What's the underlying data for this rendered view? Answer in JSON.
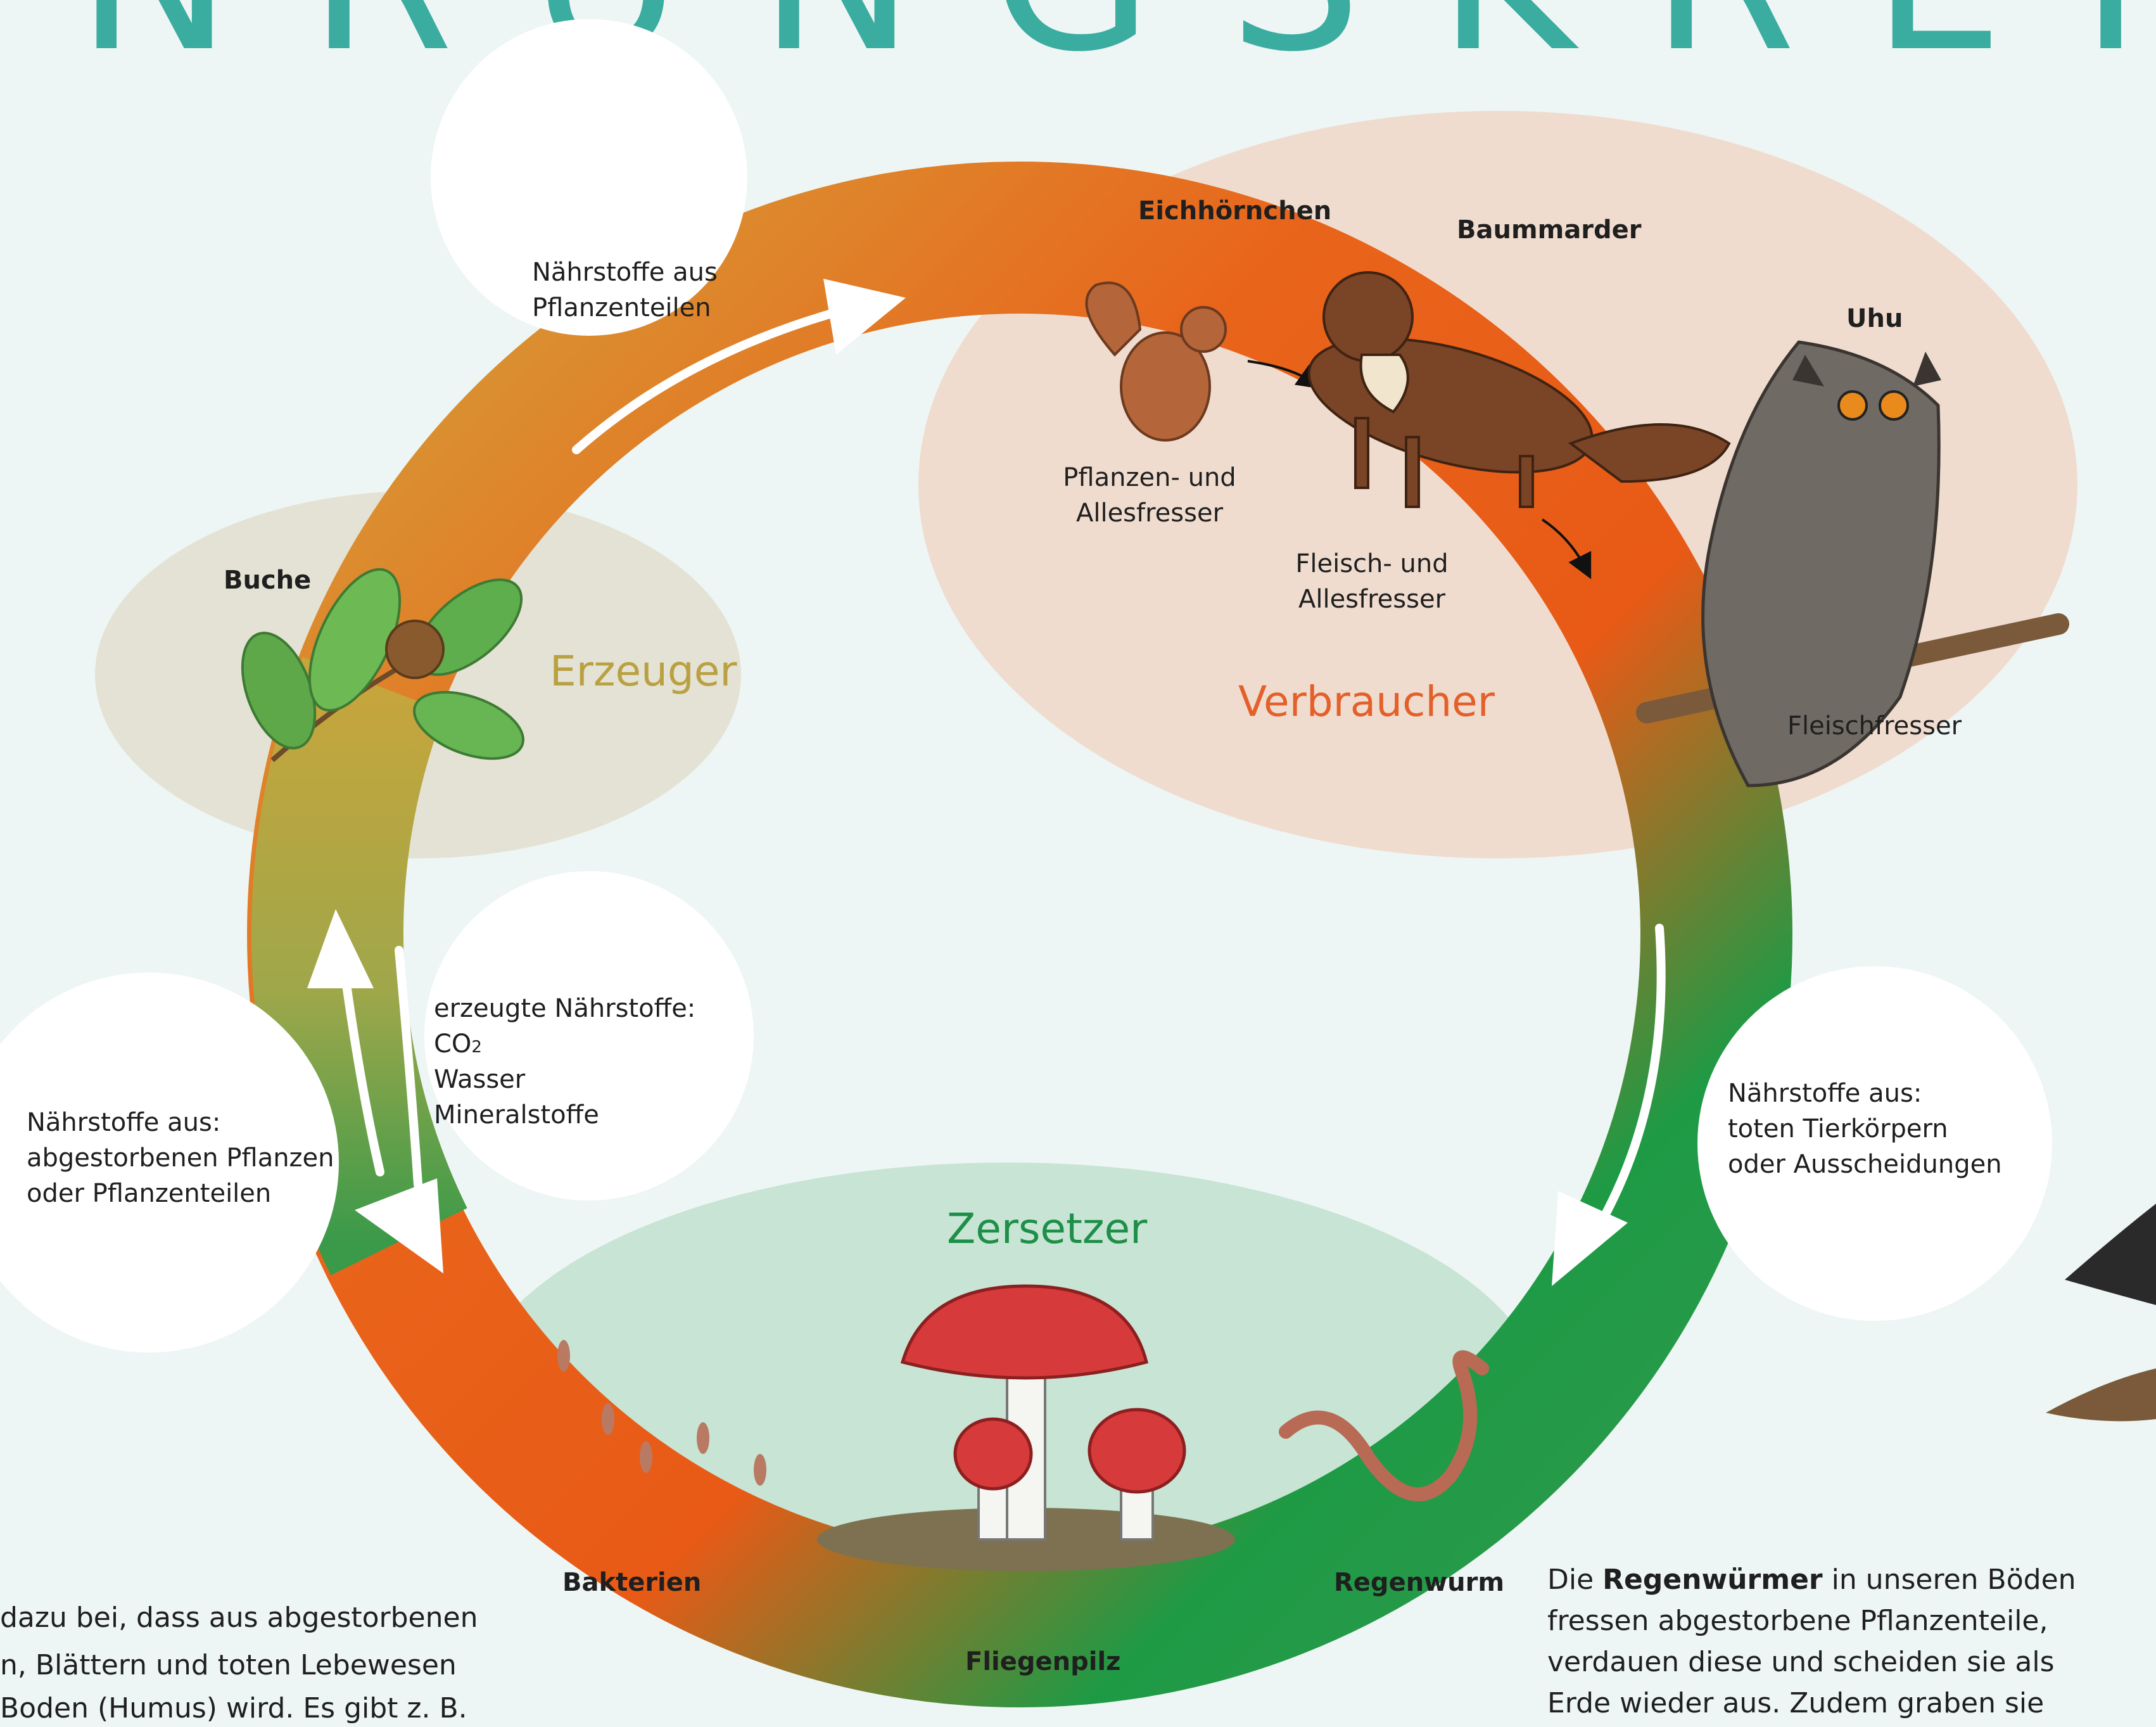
{
  "title": "NRUNGSKREI",
  "cycle": {
    "erzeuger": {
      "heading": "Erzeuger",
      "color": "#b8a23f",
      "beech": "Buche"
    },
    "verbraucher": {
      "heading": "Verbraucher",
      "color": "#e85d1a",
      "squirrel": "Eichhörnchen",
      "marten": "Baummarder",
      "owl": "Uhu",
      "squirrel_role_1": "Pflanzen- und",
      "squirrel_role_2": "Allesfresser",
      "marten_role_1": "Fleisch- und",
      "marten_role_2": "Allesfresser",
      "owl_role": "Fleischfresser"
    },
    "zersetzer": {
      "heading": "Zersetzer",
      "color": "#1f9a4a",
      "bacteria": "Bakterien",
      "mushroom": "Fliegenpilz",
      "worm": "Regenwurm"
    }
  },
  "bubbles": {
    "plants_1": "Nährstoffe aus",
    "plants_2": "Pflanzenteilen",
    "produced_1": "erzeugte Nährstoffe:",
    "produced_co2": "CO",
    "produced_co2_sub": "2",
    "produced_3": "Wasser",
    "produced_4": "Mineralstoffe",
    "dead_plants_1": "Nährstoffe aus:",
    "dead_plants_2": "abgestorbenen Pflanzen",
    "dead_plants_3": "oder Pflanzenteilen",
    "dead_animals_1": "Nährstoffe aus:",
    "dead_animals_2": "toten Tierkörpern",
    "dead_animals_3": "oder Ausscheidungen"
  },
  "text_left": {
    "line1": "dazu bei, dass aus abgestorbenen",
    "line2": "n, Blättern und toten Lebewesen",
    "line3": "Boden (Humus) wird. Es gibt z. B."
  },
  "text_right": {
    "line1_a": "Die ",
    "line1_b": "Regenwürmer",
    "line1_c": " in unseren Böden",
    "line2": "fressen abgestorbene Pflanzenteile,",
    "line3": "verdauen diese und scheiden sie als",
    "line4": "Erde wieder aus. Zudem graben sie"
  }
}
